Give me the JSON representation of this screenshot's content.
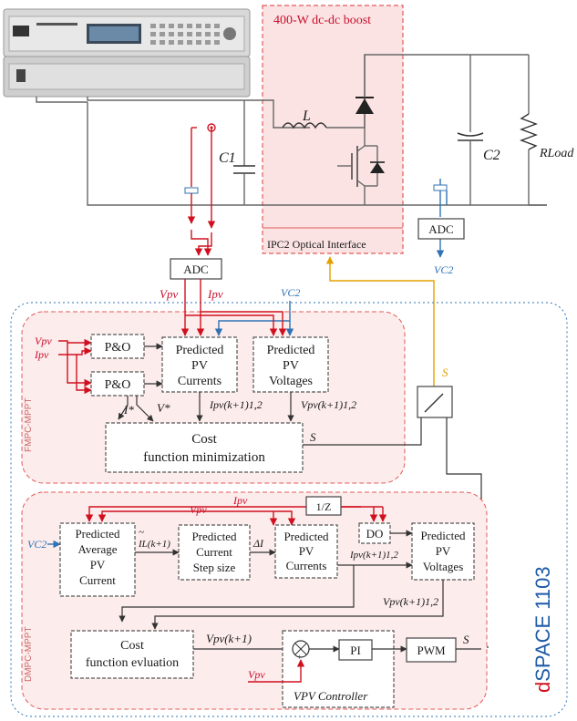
{
  "colors": {
    "red": "#d0101e",
    "blue": "#2f73b5",
    "orange": "#e5a100",
    "pink_bg": "#fbe3e3",
    "box_stroke": "#555555"
  },
  "power_stage": {
    "boost_title": "400-W dc-dc boost",
    "inductor": "L",
    "input_cap": "C1",
    "output_cap": "C2",
    "load": "RLoad",
    "optical_interface": "IPC2 Optical Interface",
    "adc_right": "ADC",
    "vc2_right": "VC2"
  },
  "sensing": {
    "adc_left": "ADC",
    "vpv": "Vpv",
    "ipv": "Ipv",
    "vc2_top": "VC2",
    "switch_s": "S"
  },
  "fmpc": {
    "label": "FMPC-MPPT",
    "vpv_in": "Vpv",
    "ipv_in": "Ipv",
    "po1": "P&O",
    "po2": "P&O",
    "pred_currents": [
      "Predicted",
      "PV",
      "Currents"
    ],
    "pred_voltages": [
      "Predicted",
      "PV",
      "Voltages"
    ],
    "i_star": "I*",
    "v_star": "V*",
    "ipv_k1": "Ipv(k+1)1,2",
    "vpv_k1": "Vpv(k+1)1,2",
    "cost": [
      "Cost",
      "function minimization"
    ],
    "s_out": "S"
  },
  "dmpc": {
    "label": "DMPC-MPPT",
    "ipv_top": "Ipv",
    "vpv_top": "Vpv",
    "delay": "1/Z",
    "vc2_in": "VC2",
    "pred_avg": [
      "Predicted",
      "Average",
      "PV",
      "Current"
    ],
    "il_k1": "IL(k+1)",
    "pred_step": [
      "Predicted",
      "Current",
      "Step size"
    ],
    "delta_i": "ΔI",
    "pred_currents": [
      "Predicted",
      "PV",
      "Currents"
    ],
    "do": "DO",
    "ipv_k1": "Ipv(k+1)1,2",
    "pred_voltages": [
      "Predicted",
      "PV",
      "Voltages"
    ],
    "vpv_k1": "Vpv(k+1)1,2",
    "cost": [
      "Cost",
      "function evluation"
    ],
    "vpv_ref": "Vpv(k+1)",
    "pi": "PI",
    "pwm": "PWM",
    "s_out": "S",
    "vpv_fb": "Vpv",
    "controller": "VPV Controller"
  },
  "dspace": {
    "d": "d",
    "rest": "SPACE 1103"
  }
}
